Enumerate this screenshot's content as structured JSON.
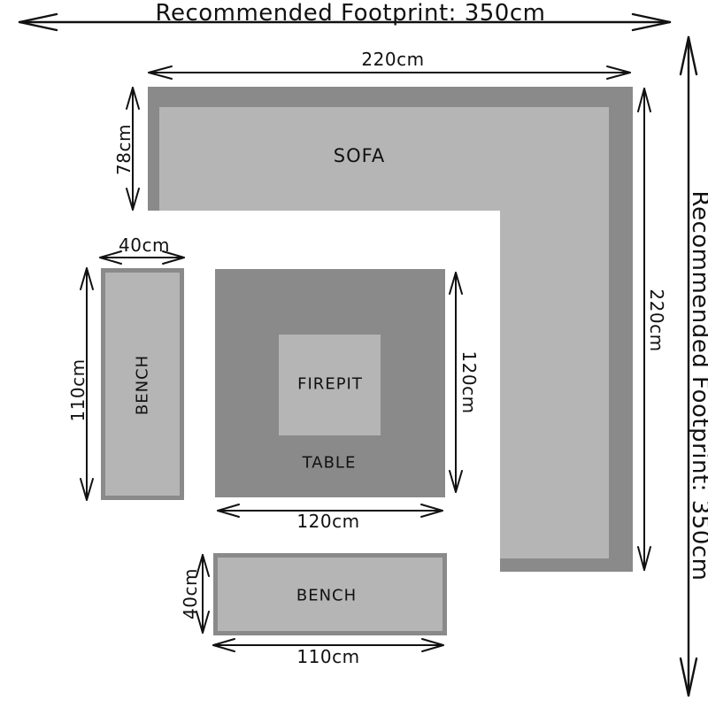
{
  "diagram": {
    "footprint": {
      "top_label": "Recommended Footprint: 350cm",
      "right_label": "Recommended Footprint: 350cm"
    },
    "items": {
      "sofa": {
        "label": "SOFA",
        "top_dim": "220cm",
        "left_dim": "78cm",
        "right_dim": "220cm"
      },
      "left_bench": {
        "label": "BENCH",
        "top_dim": "40cm",
        "side_dim": "110cm"
      },
      "table": {
        "label": "TABLE",
        "firepit_label": "FIREPIT",
        "right_dim": "120cm",
        "bottom_dim": "120cm"
      },
      "bottom_bench": {
        "label": "BENCH",
        "side_dim": "40cm",
        "bottom_dim": "110cm"
      }
    }
  },
  "colors": {
    "dark_gray": "#8a8a8a",
    "light_gray": "#b5b5b5",
    "ink": "#111111",
    "background": "#ffffff"
  }
}
